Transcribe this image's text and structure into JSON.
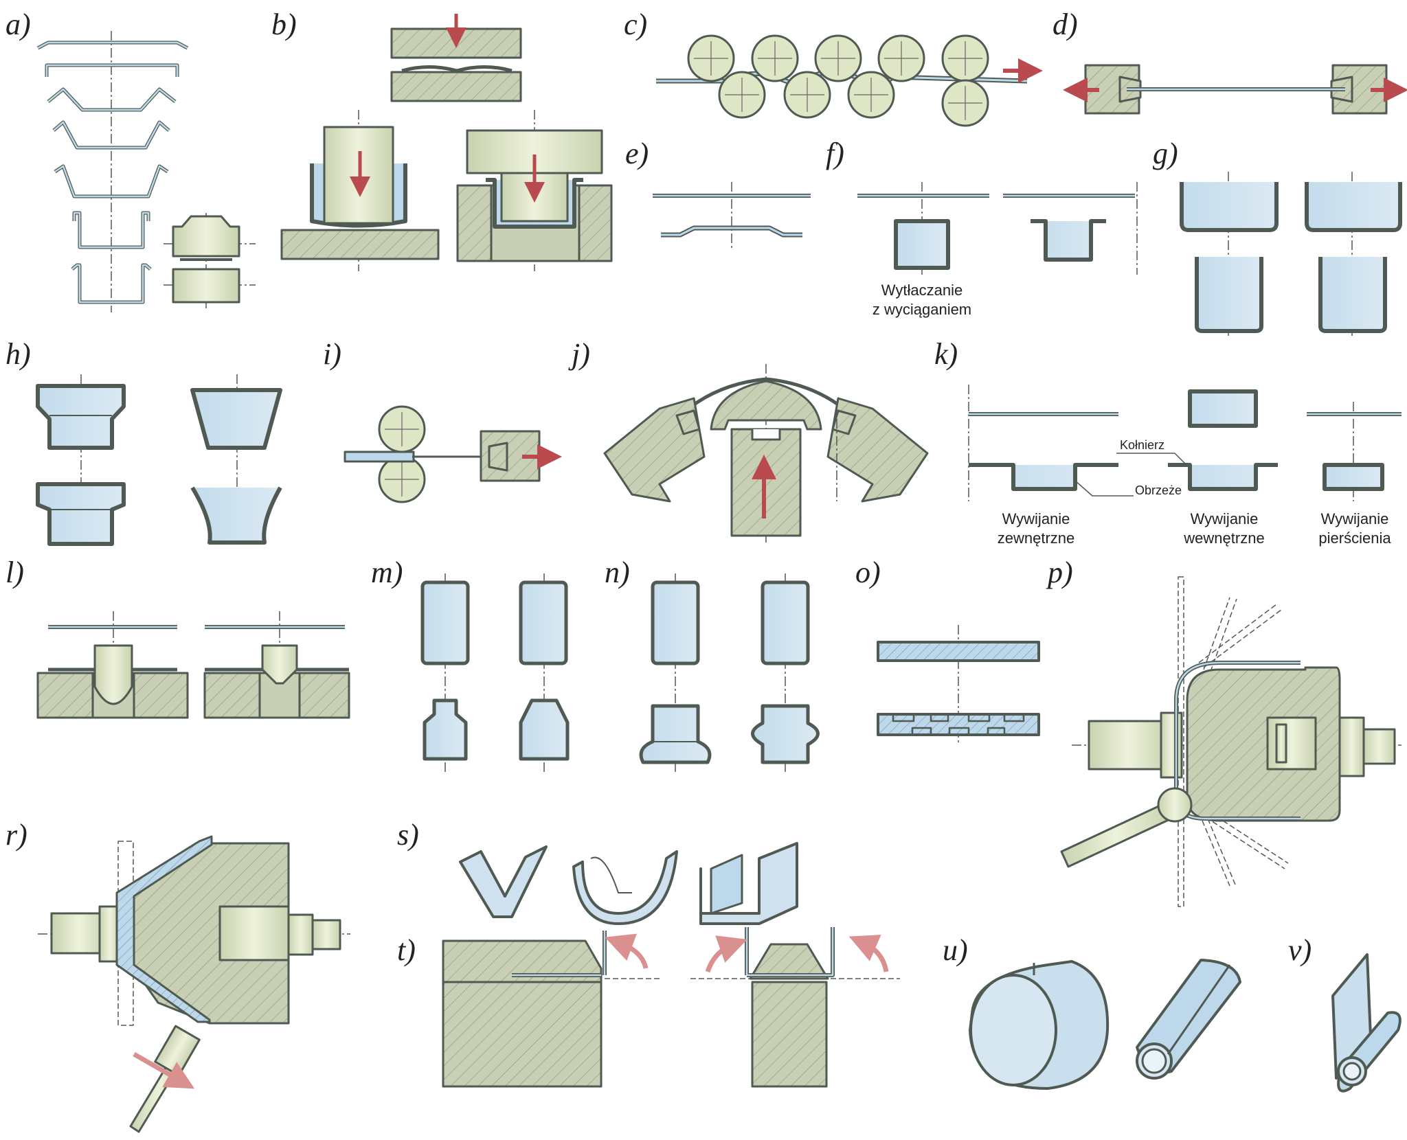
{
  "colors": {
    "die_green": "#c8cfb4",
    "die_green_dark": "#b3bb9d",
    "part_blue": "#bcd8ea",
    "part_blue_light": "#d6e7f2",
    "roller_green": "#dfe6c6",
    "arrow_red": "#b94a4e",
    "arrow_pink": "#d9908f",
    "outline": "#4f5a52"
  },
  "panels": [
    {
      "id": "a",
      "label": "a)"
    },
    {
      "id": "b",
      "label": "b)"
    },
    {
      "id": "c",
      "label": "c)"
    },
    {
      "id": "d",
      "label": "d)"
    },
    {
      "id": "e",
      "label": "e)"
    },
    {
      "id": "f",
      "label": "f)"
    },
    {
      "id": "g",
      "label": "g)"
    },
    {
      "id": "h",
      "label": "h)"
    },
    {
      "id": "i",
      "label": "i)"
    },
    {
      "id": "j",
      "label": "j)"
    },
    {
      "id": "k",
      "label": "k)"
    },
    {
      "id": "l",
      "label": "l)"
    },
    {
      "id": "m",
      "label": "m)"
    },
    {
      "id": "n",
      "label": "n)"
    },
    {
      "id": "o",
      "label": "o)"
    },
    {
      "id": "p",
      "label": "p)"
    },
    {
      "id": "r",
      "label": "r)"
    },
    {
      "id": "s",
      "label": "s)"
    },
    {
      "id": "t",
      "label": "t)"
    },
    {
      "id": "u",
      "label": "u)"
    },
    {
      "id": "v",
      "label": "v)"
    }
  ],
  "captions": {
    "f_caption_line1": "Wytłaczanie",
    "f_caption_line2": "z wyciąganiem",
    "k_outer_line1": "Wywijanie",
    "k_outer_line2": "zewnętrzne",
    "k_inner_line1": "Wywijanie",
    "k_inner_line2": "wewnętrzne",
    "k_ring_line1": "Wywijanie",
    "k_ring_line2": "pierścienia",
    "k_flange": "Kołnierz",
    "k_rim": "Obrzeże"
  }
}
